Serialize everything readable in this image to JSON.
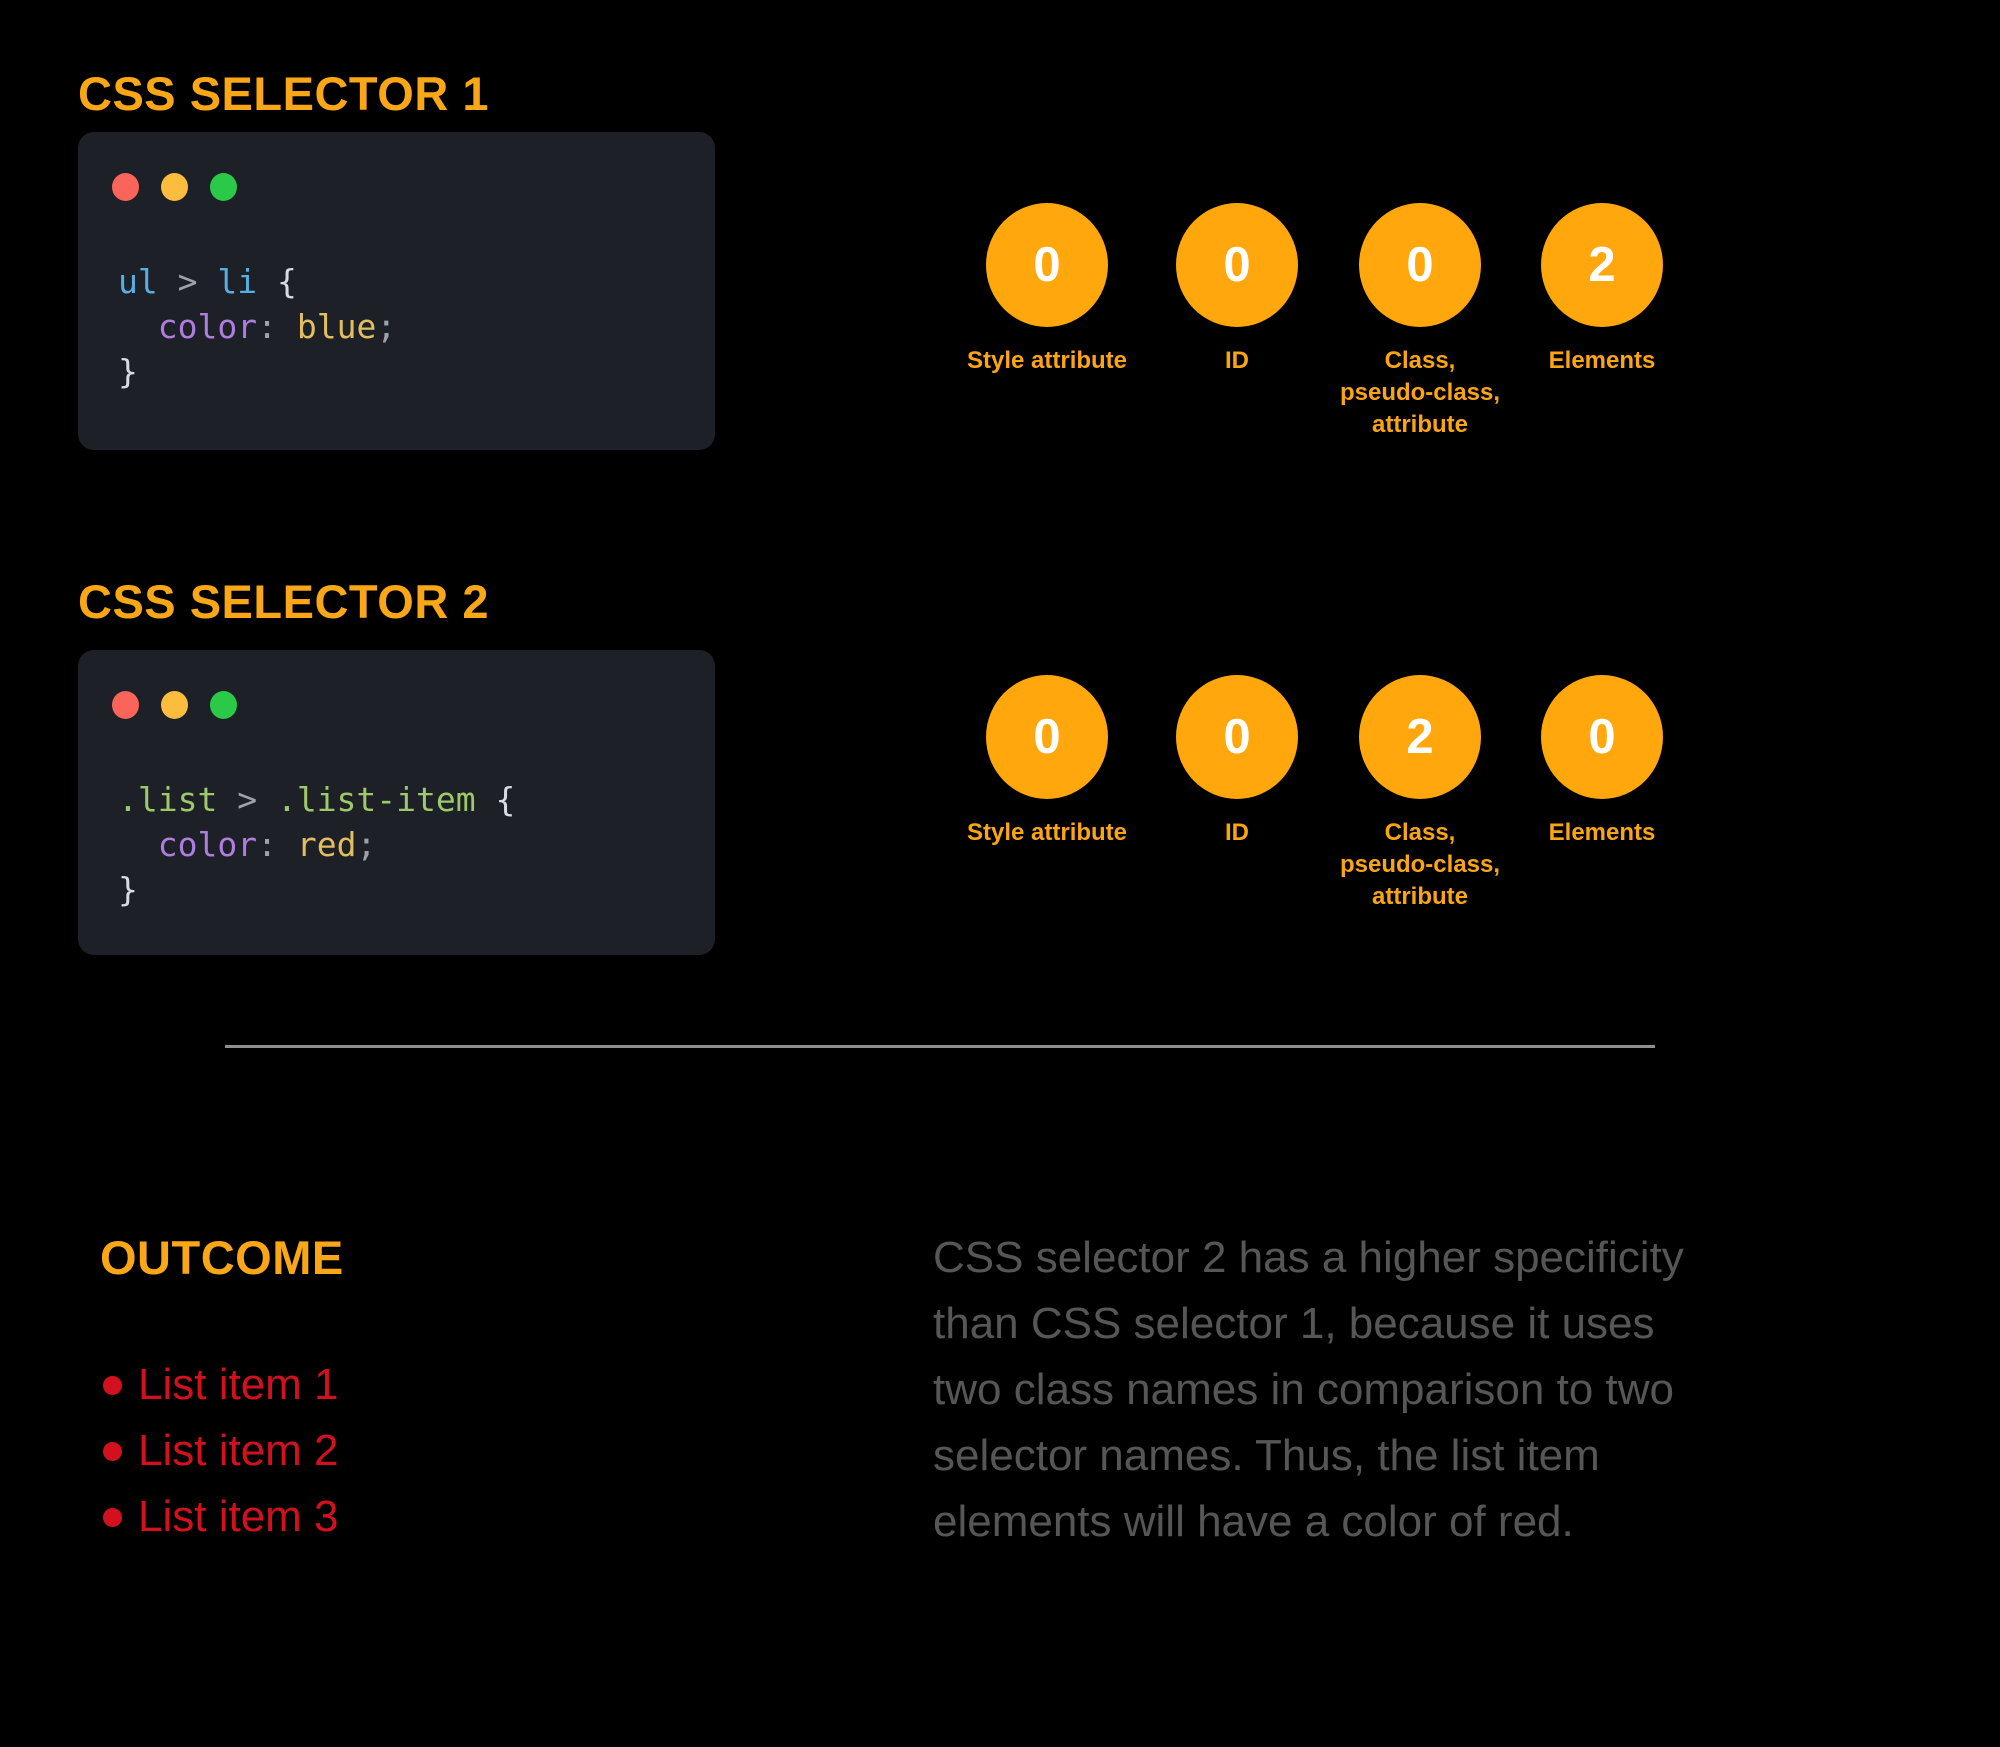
{
  "colors": {
    "background": "#000000",
    "accent_orange": "#F9A716",
    "circle_orange": "#FFA70D",
    "list_red": "#D2101E",
    "explanation_gray": "#565656",
    "divider_gray": "#8E8E8E",
    "code_card_bg": "#1D2127",
    "traffic_dot_red": "#F9655B",
    "traffic_dot_yellow": "#FCBD3F",
    "traffic_dot_green": "#2BC948",
    "code_tag_blue": "#57AEE2",
    "code_class_green": "#9DC968",
    "code_property_purple": "#AF7DDD",
    "code_value_yellow": "#E2BE5E",
    "code_punct_gray": "#9CA3AD",
    "code_brace_gray": "#D8DBE0"
  },
  "selector1": {
    "heading": "CSS SELECTOR 1",
    "code_lines": [
      [
        {
          "text": "ul",
          "type": "tag"
        },
        {
          "text": " > ",
          "type": "punct"
        },
        {
          "text": "li",
          "type": "tag"
        },
        {
          "text": " {",
          "type": "brace"
        }
      ],
      [
        {
          "text": "  ",
          "type": "plain"
        },
        {
          "text": "color",
          "type": "prop"
        },
        {
          "text": ":",
          "type": "punct"
        },
        {
          "text": " ",
          "type": "plain"
        },
        {
          "text": "blue",
          "type": "val"
        },
        {
          "text": ";",
          "type": "punct"
        }
      ],
      [
        {
          "text": "}",
          "type": "brace"
        }
      ]
    ],
    "specificity": [
      {
        "value": "0",
        "label": "Style attribute"
      },
      {
        "value": "0",
        "label": "ID"
      },
      {
        "value": "0",
        "label": "Class,\npseudo-class,\nattribute"
      },
      {
        "value": "2",
        "label": "Elements"
      }
    ]
  },
  "selector2": {
    "heading": "CSS SELECTOR 2",
    "code_lines": [
      [
        {
          "text": ".list",
          "type": "cls"
        },
        {
          "text": " > ",
          "type": "punct"
        },
        {
          "text": ".list-item",
          "type": "cls"
        },
        {
          "text": " {",
          "type": "brace"
        }
      ],
      [
        {
          "text": "  ",
          "type": "plain"
        },
        {
          "text": "color",
          "type": "prop"
        },
        {
          "text": ":",
          "type": "punct"
        },
        {
          "text": " ",
          "type": "plain"
        },
        {
          "text": "red",
          "type": "val"
        },
        {
          "text": ";",
          "type": "punct"
        }
      ],
      [
        {
          "text": "}",
          "type": "brace"
        }
      ]
    ],
    "specificity": [
      {
        "value": "0",
        "label": "Style attribute"
      },
      {
        "value": "0",
        "label": "ID"
      },
      {
        "value": "2",
        "label": "Class,\npseudo-class,\nattribute"
      },
      {
        "value": "0",
        "label": "Elements"
      }
    ]
  },
  "outcome": {
    "heading": "OUTCOME",
    "list_items": [
      "List item 1",
      "List item 2",
      "List item 3"
    ],
    "explanation_lines": [
      "CSS selector 2 has a higher specificity",
      "than CSS selector 1, because it uses",
      "two class names in comparison to two",
      "selector names. Thus, the list item",
      "elements will have a color of red."
    ]
  }
}
